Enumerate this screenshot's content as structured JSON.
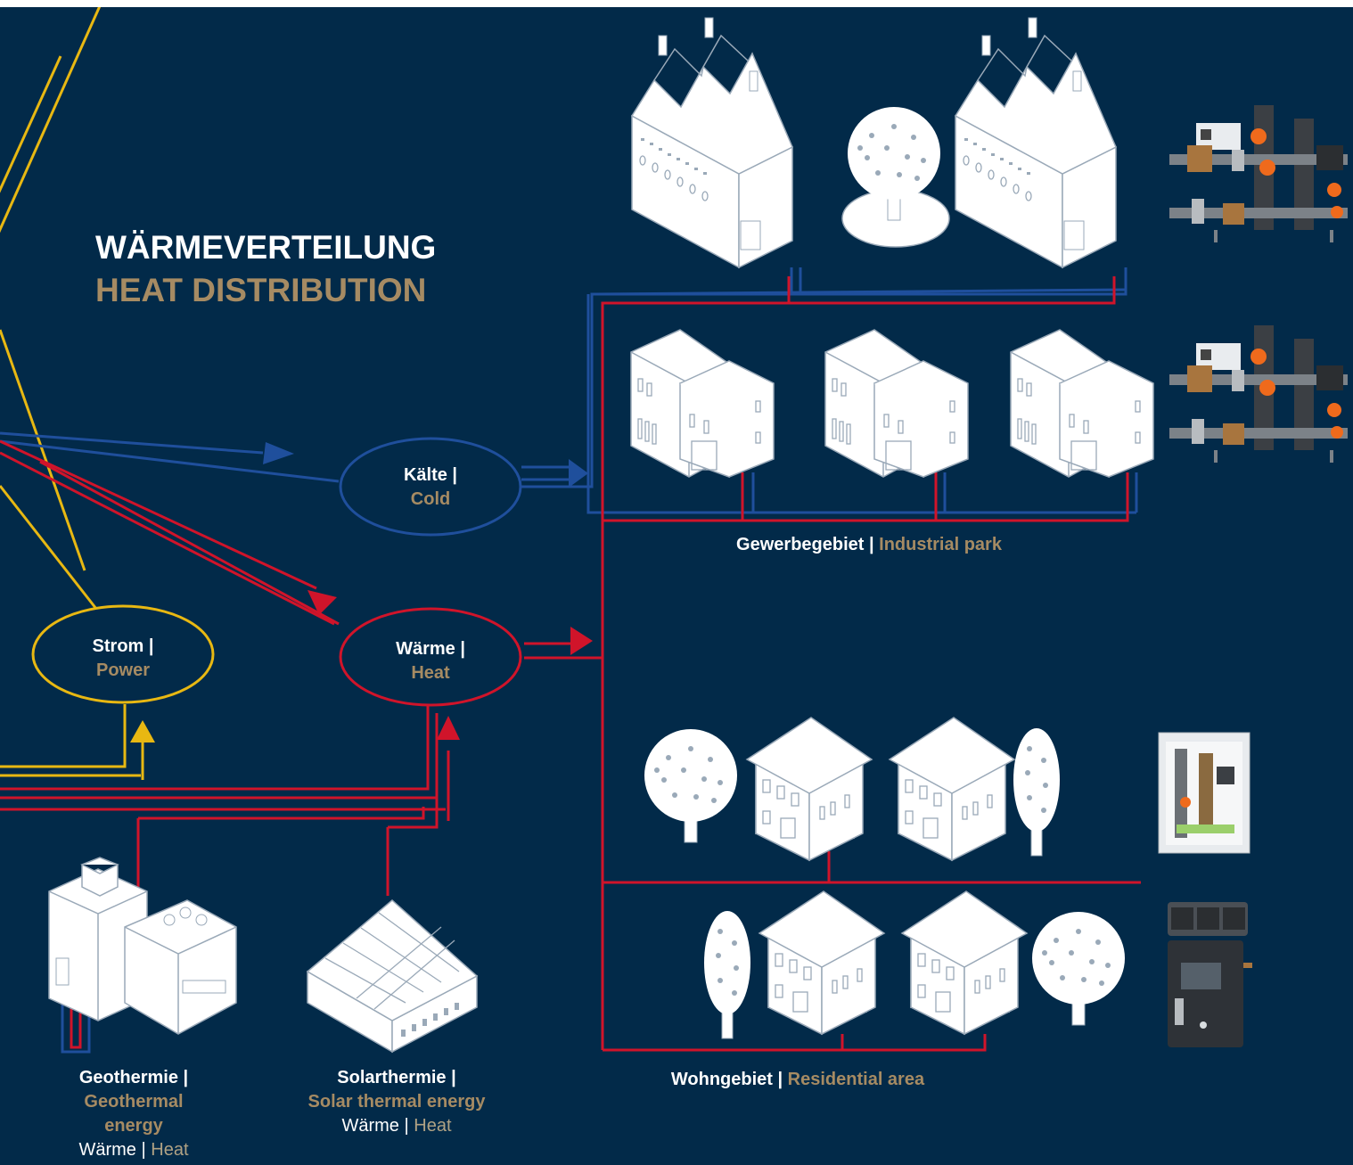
{
  "title": {
    "de": "WÄRMEVERTEILUNG",
    "en": "HEAT DISTRIBUTION"
  },
  "nodes": {
    "cold": {
      "de": "Kälte |",
      "en": "Cold"
    },
    "power": {
      "de": "Strom |",
      "en": "Power"
    },
    "heat": {
      "de": "Wärme |",
      "en": "Heat"
    }
  },
  "areas": {
    "industrial": {
      "de": "Gewerbegebiet |",
      "en": "Industrial park"
    },
    "residential": {
      "de": "Wohngebiet |",
      "en": "Residential area"
    }
  },
  "sources": {
    "geothermal": {
      "de": "Geothermie |",
      "en_1": "Geothermal",
      "en_2": "energy",
      "sub_de": "Wärme |",
      "sub_en": "Heat"
    },
    "solar": {
      "de": "Solarthermie |",
      "en": "Solar thermal energy",
      "sub_de": "Wärme |",
      "sub_en": "Heat"
    }
  },
  "colors": {
    "background": "#022a49",
    "heat_line": "#d0142a",
    "cold_line": "#1f4f9c",
    "power_line": "#e8b812",
    "accent_text": "#a68b63",
    "icon_fill": "#ffffff"
  },
  "icons": [
    "factory-icon",
    "tree-icon",
    "townhouse-icon",
    "house-icon",
    "geothermal-plant-icon",
    "solar-plant-icon",
    "transfer-station-icon",
    "heat-cabinet-icon",
    "meter-unit-icon"
  ]
}
